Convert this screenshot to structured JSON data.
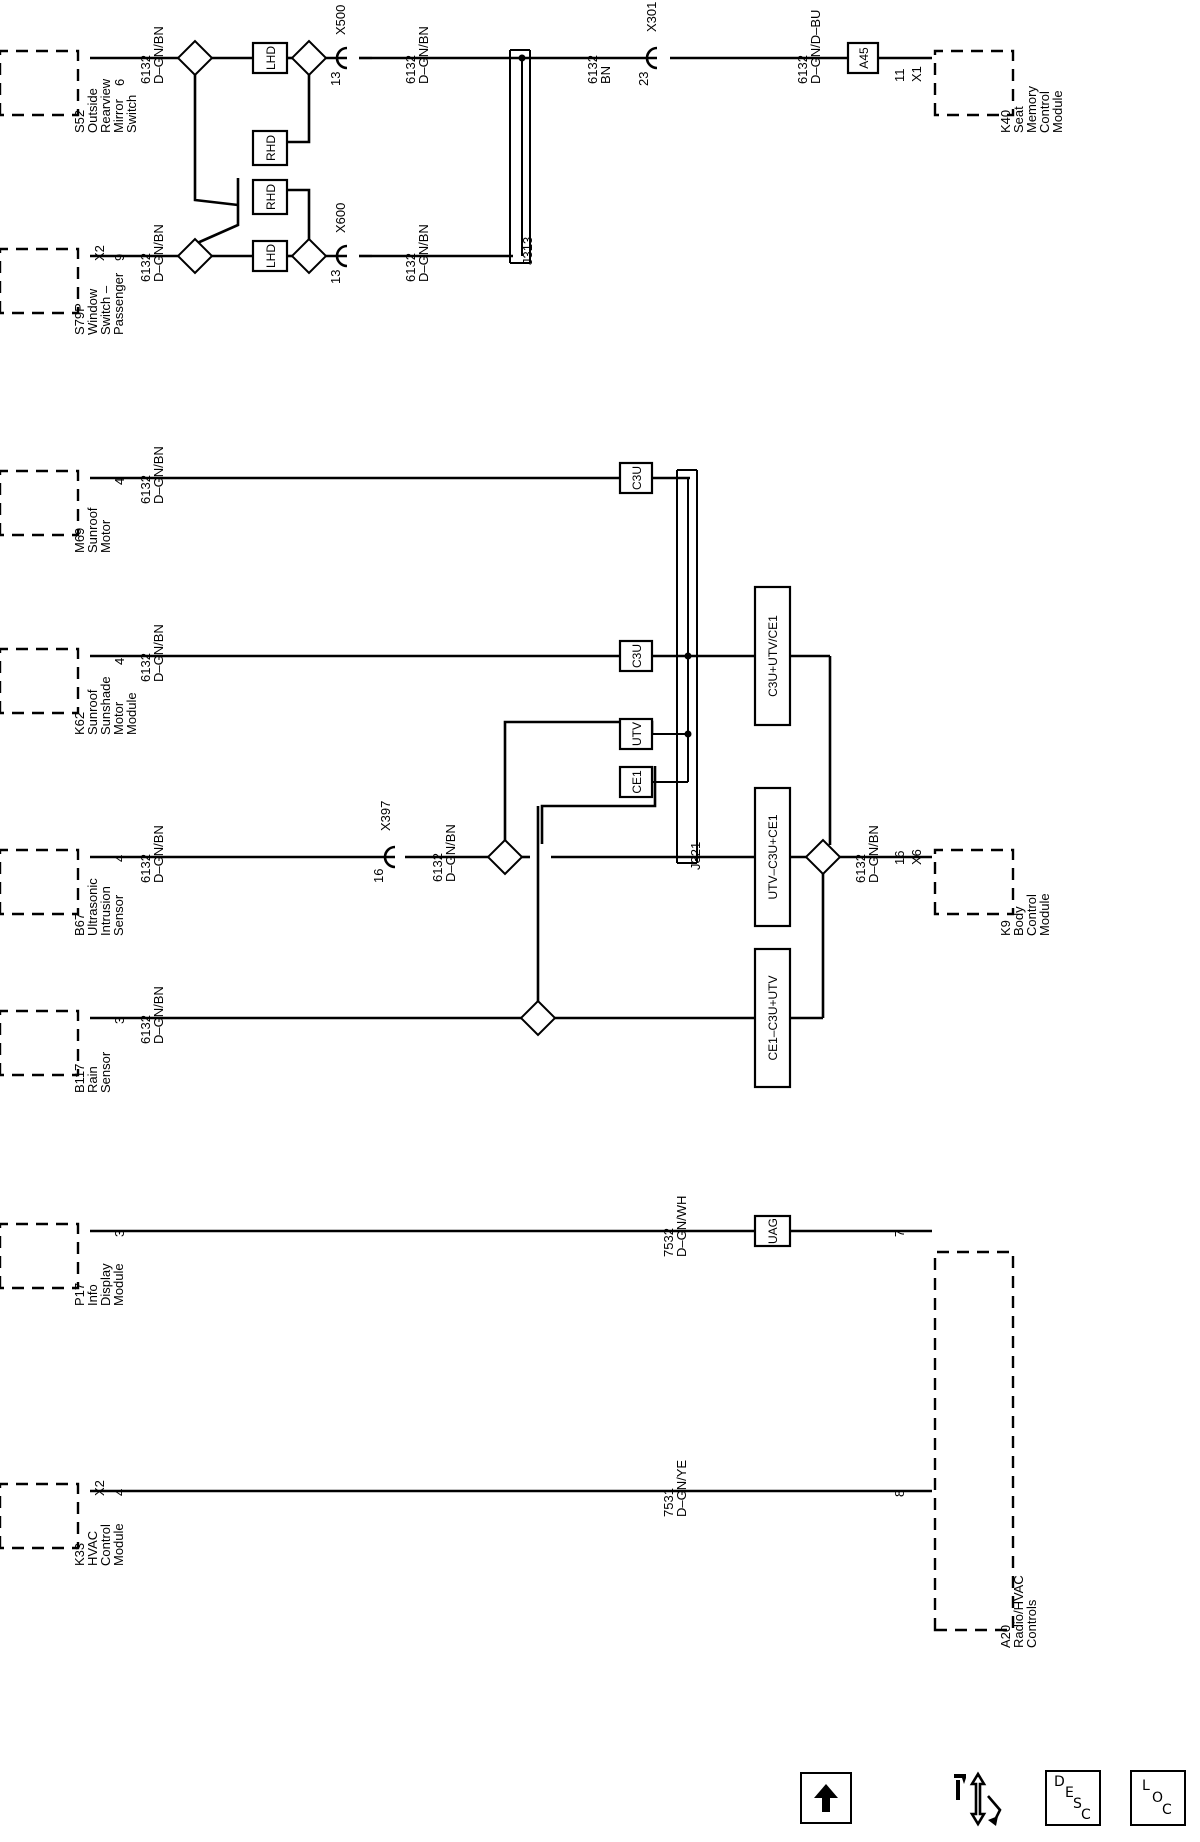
{
  "components": {
    "s52": [
      "S52",
      "Outside",
      "Rearview",
      "Mirror",
      "Switch"
    ],
    "s79p": [
      "S79P",
      "Window",
      "Switch –",
      "Passenger"
    ],
    "m69": [
      "M69",
      "Sunroof",
      "Motor"
    ],
    "k62": [
      "K62",
      "Sunroof",
      "Sunshade",
      "Motor",
      "Module"
    ],
    "b67": [
      "B67",
      "Ultrasonic",
      "Intrusion",
      "Sensor"
    ],
    "b117": [
      "B117",
      "Rain",
      "Sensor"
    ],
    "p17": [
      "P17",
      "Info",
      "Display",
      "Module"
    ],
    "k33": [
      "K33",
      "HVAC",
      "Control",
      "Module"
    ],
    "k40": [
      "K40",
      "Seat",
      "Memory",
      "Control",
      "Module"
    ],
    "k9": [
      "K9",
      "Body",
      "Control",
      "Module"
    ],
    "a20": [
      "A20",
      "Radio/HVAC",
      "Controls"
    ]
  },
  "connectors": {
    "s52": "",
    "s79p": "X2",
    "k33": "X2",
    "k40": "X1",
    "k9": "X6",
    "x500": "X500",
    "x600": "X600",
    "x301": "X301",
    "x397": "X397"
  },
  "pins": {
    "s52": "6",
    "s79p": "9",
    "m69": "4",
    "k62": "4",
    "b67": "4",
    "b117": "3",
    "p17": "3",
    "k33": "4",
    "x500": "13",
    "x600": "13",
    "x301": "23",
    "x397": "16",
    "k40": "11",
    "k9": "16",
    "a20_7": "7",
    "a20_8": "8"
  },
  "wires": {
    "w_s52": [
      "6132",
      "D–GN/BN"
    ],
    "w_s79p": [
      "6132",
      "D–GN/BN"
    ],
    "w_x500": [
      "6132",
      "D–GN/BN"
    ],
    "w_x600": [
      "6132",
      "D–GN/BN"
    ],
    "w_x301": [
      "6132",
      "BN"
    ],
    "w_k40": [
      "6132",
      "D–GN/D–BU"
    ],
    "w_m69": [
      "6132",
      "D–GN/BN"
    ],
    "w_k62": [
      "6132",
      "D–GN/BN"
    ],
    "w_b67": [
      "6132",
      "D–GN/BN"
    ],
    "w_x397": [
      "6132",
      "D–GN/BN"
    ],
    "w_k9": [
      "6132",
      "D–GN/BN"
    ],
    "w_b117": [
      "6132",
      "D–GN/BN"
    ],
    "w_p17": [
      "7532",
      "D–GN/WH"
    ],
    "w_k33": [
      "7531",
      "D–GN/YE"
    ]
  },
  "options": {
    "lhd": "LHD",
    "rhd": "RHD",
    "a45": "A45",
    "c3u": "C3U",
    "utv": "UTV",
    "ce1": "CE1",
    "uag": "UAG",
    "combo1": "C3U+UTV/CE1",
    "combo2": "UTV–C3U+CE1",
    "combo3": "CE1–C3U+UTV"
  },
  "splices": {
    "j313": "J313",
    "j321": "J321"
  },
  "nav": {
    "up_icon": "arrow-up-icon",
    "tools_icon": "wrench-and-arrows-icon",
    "desc_letters": [
      "D",
      "E",
      "S",
      "C"
    ],
    "loc_letters": [
      "L",
      "O",
      "C"
    ]
  }
}
